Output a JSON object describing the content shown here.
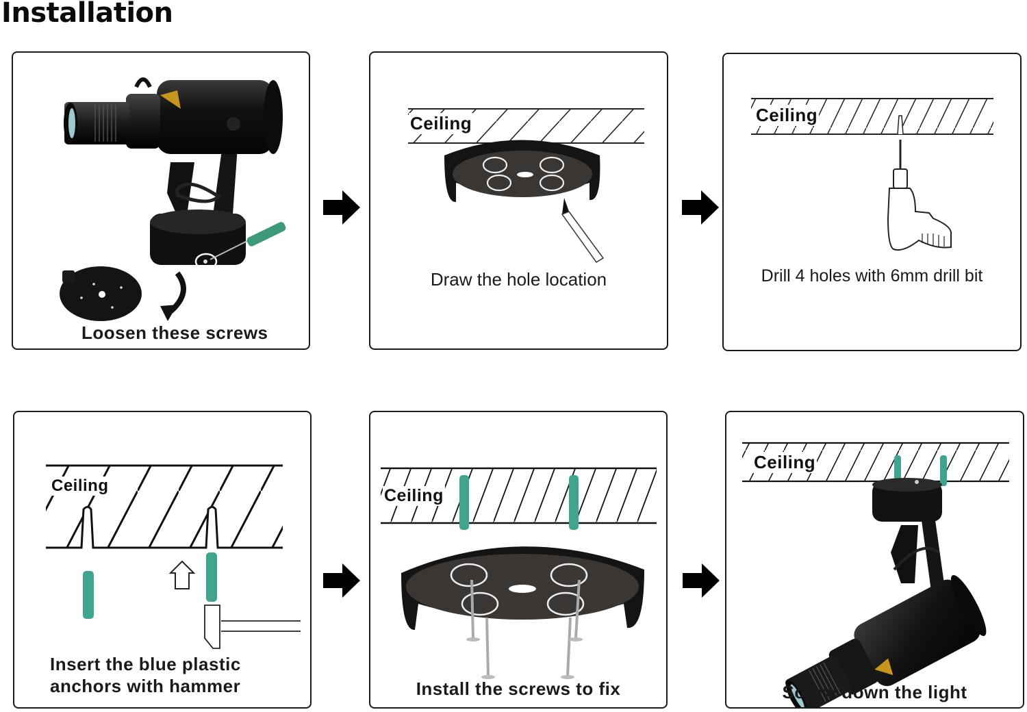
{
  "title": "Installation",
  "colors": {
    "anchor": "#3fa58e",
    "ink": "#111111",
    "fixture": "#1c1c1c",
    "plate": "#3a3634",
    "label_gold": "#c8961e"
  },
  "icons": {
    "step_arrow": "right-arrow-icon"
  },
  "steps": [
    {
      "step": 1,
      "caption": "Loosen these screws",
      "ceiling_label": ""
    },
    {
      "step": 2,
      "caption": "Draw the hole location",
      "ceiling_label": "Ceiling"
    },
    {
      "step": 3,
      "caption": "Drill 4 holes with 6mm drill bit",
      "ceiling_label": "Ceiling"
    },
    {
      "step": 4,
      "caption_lines": [
        "Insert the blue plastic",
        "anchors with hammer"
      ],
      "ceiling_label": "Ceiling"
    },
    {
      "step": 5,
      "caption": "Install the screws to fix",
      "ceiling_label": "Ceiling"
    },
    {
      "step": 6,
      "caption": "Screw down the light",
      "ceiling_label": "Ceiling"
    }
  ]
}
